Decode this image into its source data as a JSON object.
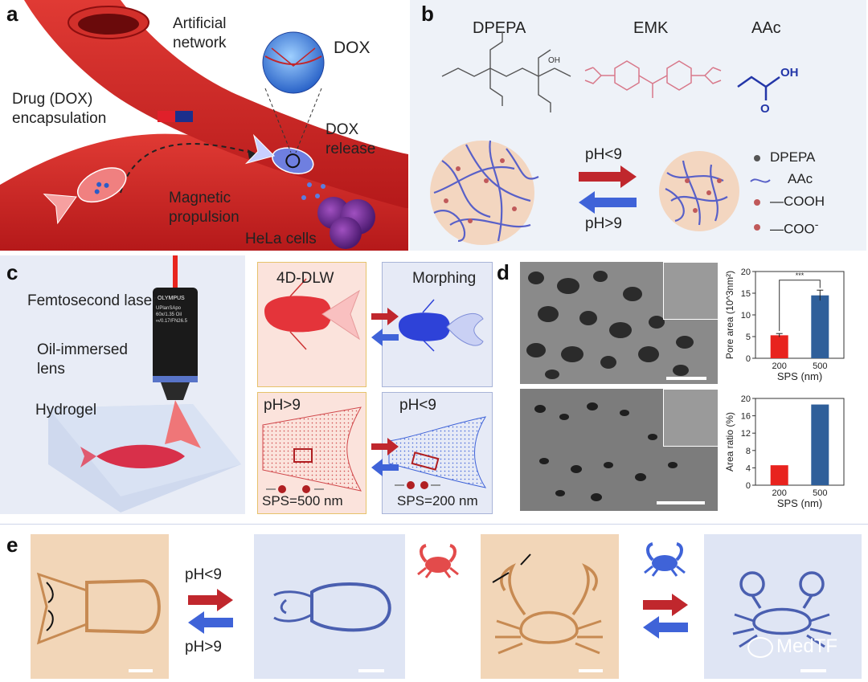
{
  "panels": {
    "a": "a",
    "b": "b",
    "c": "c",
    "d": "d",
    "e": "e"
  },
  "panel_a": {
    "artificial_network": "Artificial\nnetwork",
    "dox": "DOX",
    "drug_encapsulation": "Drug (DOX)\nencapsulation",
    "dox_release": "DOX\nrelease",
    "magnetic_propulsion": "Magnetic\npropulsion",
    "hela": "HeLa cells"
  },
  "panel_b": {
    "dpepa": "DPEPA",
    "emk": "EMK",
    "aac": "AAc",
    "oh": "OH",
    "ph_lt9": "pH<9",
    "ph_gt9": "pH>9",
    "legend": {
      "dpepa": "DPEPA",
      "aac": "AAc",
      "cooh": "—COOH",
      "coo": "—COO",
      "coo_sup": "-"
    },
    "colors": {
      "red_arrow": "#c0272d",
      "blue_arrow": "#3f63d8",
      "aac_line": "#5860c8",
      "particle": "#f3d6c0"
    }
  },
  "panel_c": {
    "femtosecond": "Femtosecond laser",
    "oil_lens": "Oil-immersed\nlens",
    "hydrogel": "Hydrogel",
    "olympus": "OLYMPUS",
    "objective_text": "UPlanSApo\n60x/1.35 Oil\n∞/0.17/FN26.5",
    "dlw": "4D-DLW",
    "morphing": "Morphing",
    "ph_gt9": "pH>9",
    "ph_lt9": "pH<9",
    "sps500": "SPS=500 nm",
    "sps200": "SPS=200 nm"
  },
  "panel_d": {
    "chart1": {
      "ylabel": "Pore area (10^3nm²)",
      "xlabel": "SPS (nm)",
      "yticks": [
        "0",
        "5",
        "10",
        "15",
        "20"
      ],
      "sig": "***"
    },
    "chart2": {
      "ylabel": "Area ratio (%)",
      "xlabel": "SPS (nm)",
      "yticks": [
        "0",
        "4",
        "8",
        "12",
        "16",
        "20"
      ]
    }
  },
  "chart_data": [
    {
      "type": "bar",
      "categories": [
        "200",
        "500"
      ],
      "values": [
        5.3,
        14.5
      ],
      "errors": [
        0.4,
        1.2
      ],
      "colors": [
        "#e8231e",
        "#2f5f9a"
      ],
      "xlabel": "SPS (nm)",
      "ylabel": "Pore area (10^3nm²)",
      "ylim": [
        0,
        20
      ],
      "annotation": "***"
    },
    {
      "type": "bar",
      "categories": [
        "200",
        "500"
      ],
      "values": [
        4.6,
        18.6
      ],
      "colors": [
        "#e8231e",
        "#2f5f9a"
      ],
      "xlabel": "SPS (nm)",
      "ylabel": "Area ratio (%)",
      "ylim": [
        0,
        20
      ]
    }
  ],
  "panel_e": {
    "ph_lt9": "pH<9",
    "ph_gt9": "pH>9",
    "watermark": "MedTF"
  }
}
